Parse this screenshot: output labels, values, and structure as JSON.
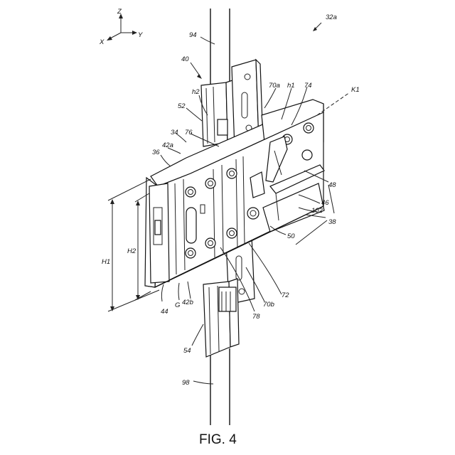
{
  "figure": {
    "caption": "FIG. 4",
    "axes": {
      "z": "Z",
      "y": "Y",
      "x": "X"
    },
    "labels": {
      "ref_32a": "32a",
      "ref_94": "94",
      "ref_40": "40",
      "ref_h2_top": "h2",
      "ref_70a": "70a",
      "ref_h1": "h1",
      "ref_74": "74",
      "ref_K1": "K1",
      "ref_52": "52",
      "ref_34": "34",
      "ref_76": "76",
      "ref_42a": "42a",
      "ref_36": "36",
      "ref_48": "48",
      "ref_46": "46",
      "ref_102": "102",
      "ref_38": "38",
      "ref_50": "50",
      "ref_H1": "H1",
      "ref_H2": "H2",
      "ref_72": "72",
      "ref_70b": "70b",
      "ref_42b": "42b",
      "ref_G": "G",
      "ref_44": "44",
      "ref_78": "78",
      "ref_54": "54",
      "ref_98": "98"
    }
  }
}
